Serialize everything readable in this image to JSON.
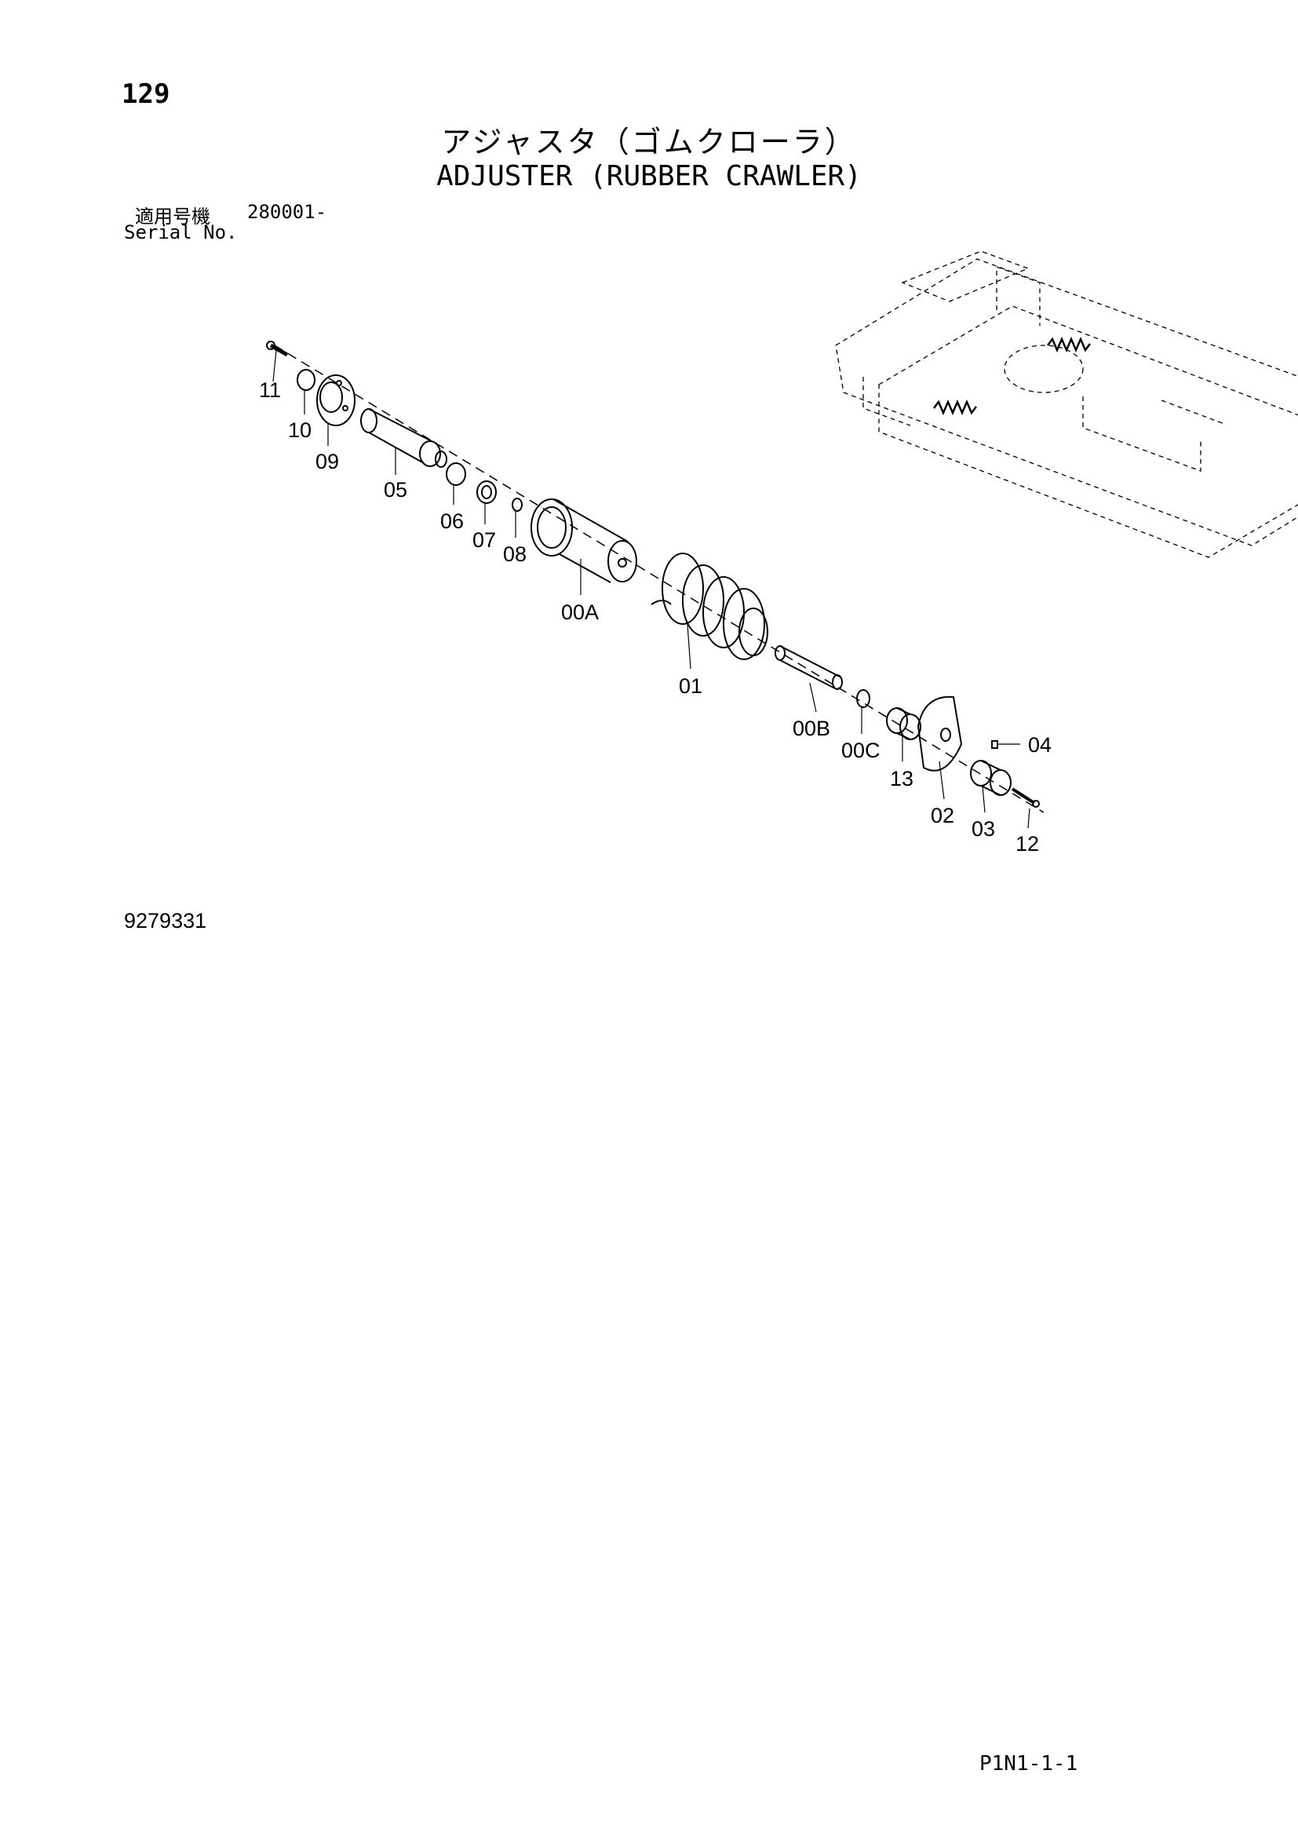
{
  "header": {
    "page_number": "129",
    "title_jp": "アジャスタ（ゴムクローラ）",
    "title_en": "ADJUSTER (RUBBER CRAWLER)"
  },
  "serial": {
    "label_jp": "適用号機",
    "range": "280001-",
    "label_en": "Serial No."
  },
  "parts": {
    "p11": "11",
    "p10": "10",
    "p09": "09",
    "p05": "05",
    "p06": "06",
    "p07": "07",
    "p08": "08",
    "p00A": "00A",
    "p01": "01",
    "p00B": "00B",
    "p00C": "00C",
    "p13": "13",
    "p04": "04",
    "p02": "02",
    "p03": "03",
    "p12": "12"
  },
  "footer": {
    "figure_number": "9279331",
    "page_code": "P1N1-1-1"
  }
}
